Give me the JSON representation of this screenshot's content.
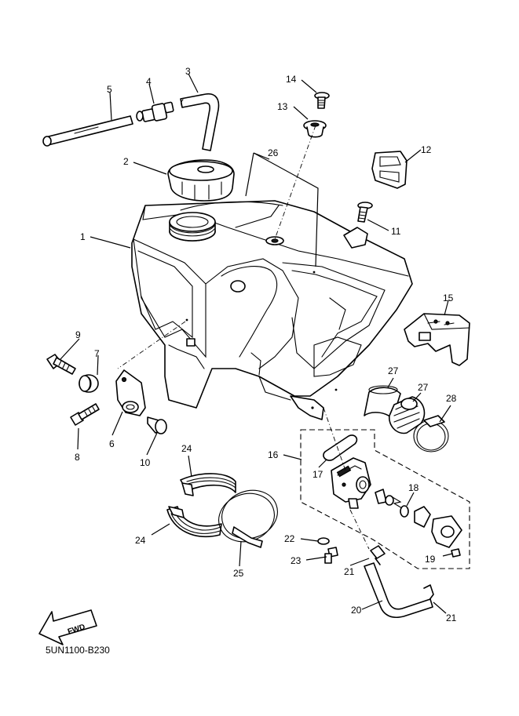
{
  "diagram_code": "5UN1100-B230",
  "fwd_label": "FWD",
  "callouts": {
    "c1": "1",
    "c2": "2",
    "c3": "3",
    "c4": "4",
    "c5": "5",
    "c6": "6",
    "c7": "7",
    "c8": "8",
    "c9": "9",
    "c10": "10",
    "c11": "11",
    "c12": "12",
    "c13": "13",
    "c14": "14",
    "c15": "15",
    "c16": "16",
    "c17": "17",
    "c18": "18",
    "c19": "19",
    "c20": "20",
    "c21a": "21",
    "c21b": "21",
    "c22": "22",
    "c23": "23",
    "c24a": "24",
    "c24b": "24",
    "c25": "25",
    "c26": "26",
    "c27a": "27",
    "c27b": "27",
    "c28": "28"
  }
}
